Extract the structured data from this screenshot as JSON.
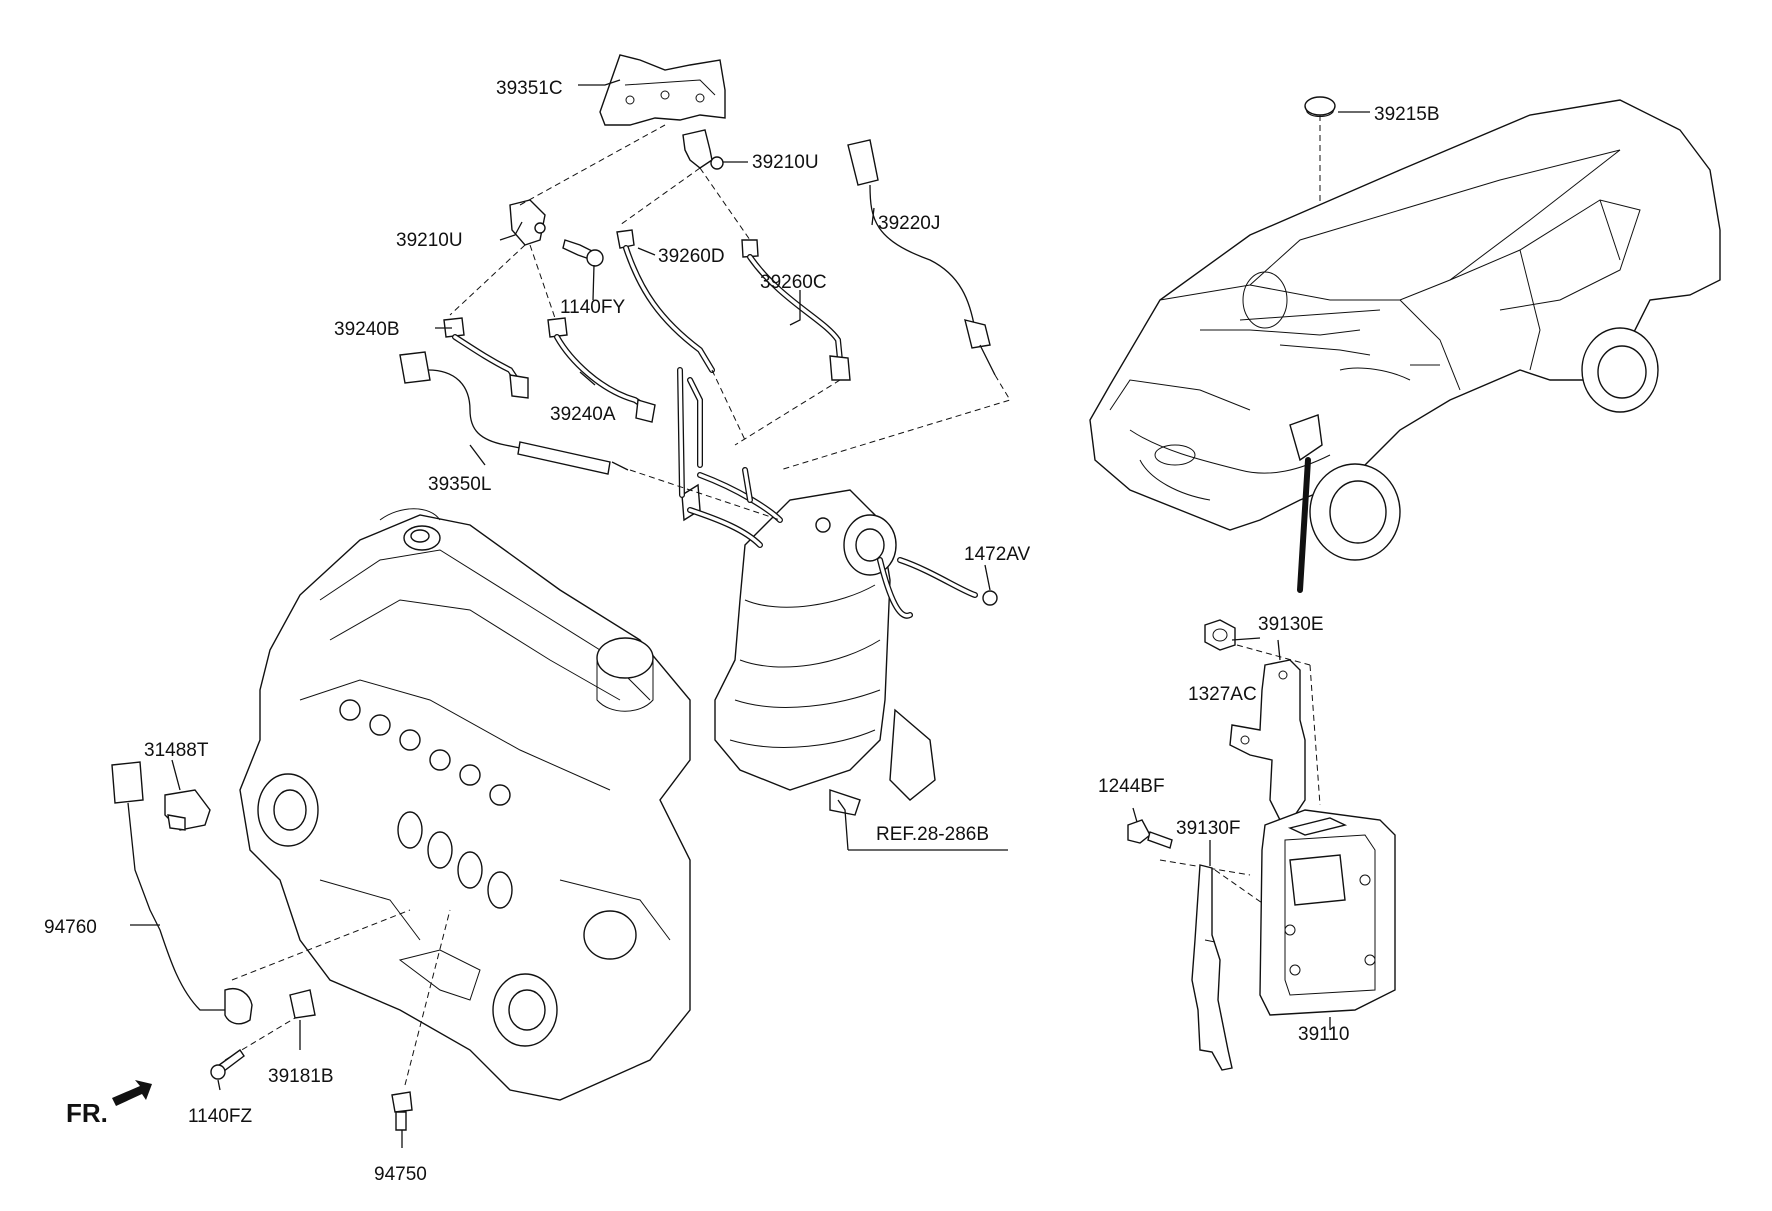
{
  "parts": [
    {
      "id": "p39351C",
      "label": "39351C"
    },
    {
      "id": "p39210U_a",
      "label": "39210U"
    },
    {
      "id": "p39210U_b",
      "label": "39210U"
    },
    {
      "id": "p39220J",
      "label": "39220J"
    },
    {
      "id": "p39260D",
      "label": "39260D"
    },
    {
      "id": "p39260C",
      "label": "39260C"
    },
    {
      "id": "p1140FY",
      "label": "1140FY"
    },
    {
      "id": "p39240B",
      "label": "39240B"
    },
    {
      "id": "p39240A",
      "label": "39240A"
    },
    {
      "id": "p39350L",
      "label": "39350L"
    },
    {
      "id": "p1472AV",
      "label": "1472AV"
    },
    {
      "id": "pREF",
      "label": "REF.28-286B"
    },
    {
      "id": "p31488T",
      "label": "31488T"
    },
    {
      "id": "p94760",
      "label": "94760"
    },
    {
      "id": "p39181B",
      "label": "39181B"
    },
    {
      "id": "p1140FZ",
      "label": "1140FZ"
    },
    {
      "id": "p94750",
      "label": "94750"
    },
    {
      "id": "p39215B",
      "label": "39215B"
    },
    {
      "id": "p39130E",
      "label": "39130E"
    },
    {
      "id": "p1327AC",
      "label": "1327AC"
    },
    {
      "id": "p1244BF",
      "label": "1244BF"
    },
    {
      "id": "p39130F",
      "label": "39130F"
    },
    {
      "id": "p39110",
      "label": "39110"
    }
  ],
  "front_indicator": "FR."
}
